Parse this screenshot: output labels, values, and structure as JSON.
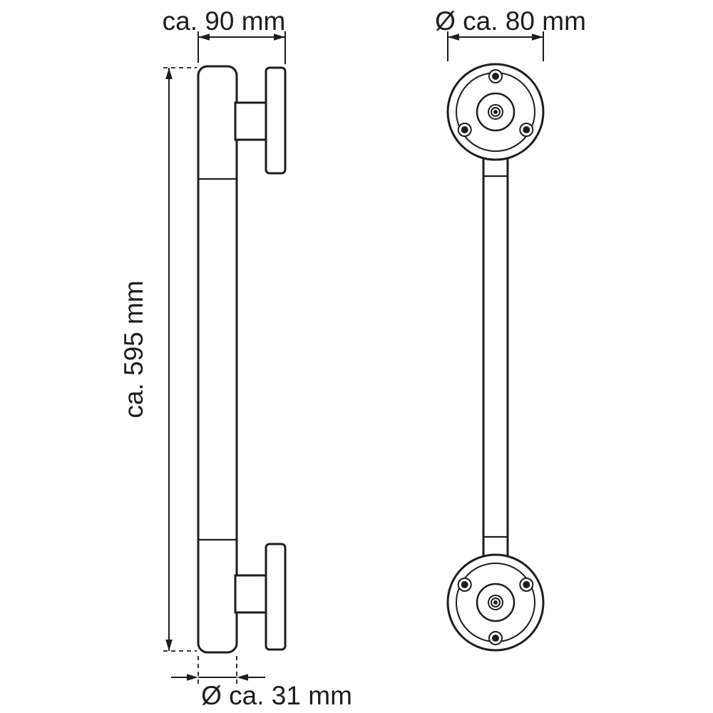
{
  "page": {
    "background": "#ffffff"
  },
  "drawing": {
    "line_color": "#1d1d1b",
    "dimensions": {
      "bracket_depth": {
        "label": "ca. 90 mm"
      },
      "flange_diameter": {
        "label": "Ø ca. 80 mm"
      },
      "overall_length": {
        "label": "ca. 595 mm"
      },
      "bar_diameter": {
        "label": "Ø ca. 31 mm"
      }
    }
  }
}
